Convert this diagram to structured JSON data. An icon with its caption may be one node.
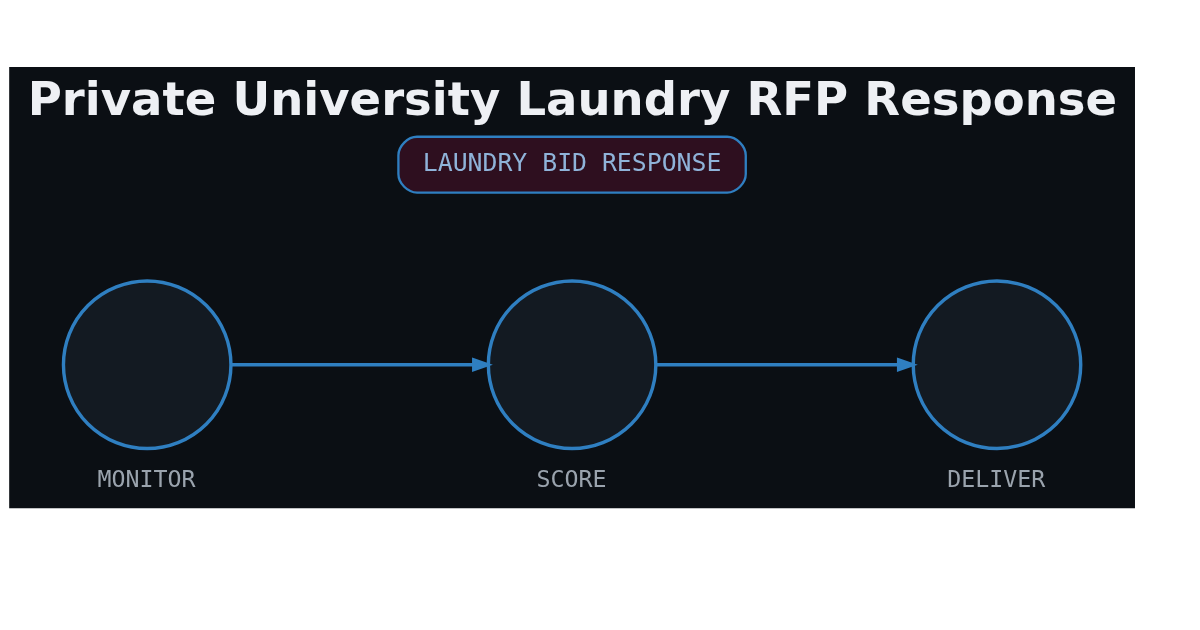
{
  "diagram": {
    "title": "Private University Laundry RFP Response",
    "nodes": [
      {
        "text": [
          "LAUNDRY BID RESPONSE"
        ]
      },
      {
        "text": [
          "MONITOR"
        ]
      },
      {
        "text": [
          "SCORE"
        ]
      },
      {
        "text": [
          "DELIVER"
        ]
      }
    ],
    "edges": [
      {
        "from": 1,
        "to": 2,
        "arrow": "to"
      },
      {
        "from": 2,
        "to": 3,
        "arrow": "to"
      }
    ]
  }
}
